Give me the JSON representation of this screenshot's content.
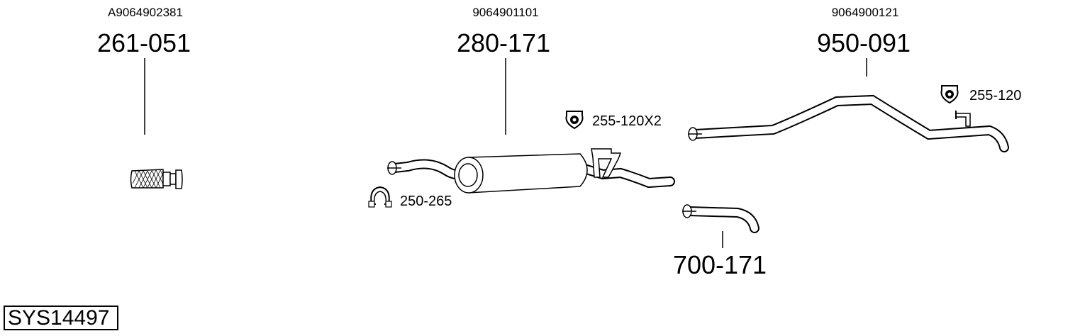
{
  "parts": [
    {
      "oem": "A9064902381",
      "number": "261-051"
    },
    {
      "oem": "9064901101",
      "number": "280-171"
    },
    {
      "oem": "9064900121",
      "number": "950-091"
    },
    {
      "oem": "",
      "number": "700-171"
    }
  ],
  "accessories": [
    {
      "number": "255-120X2",
      "icon": "rubber-mount-icon"
    },
    {
      "number": "250-265",
      "icon": "pipe-clamp-icon"
    },
    {
      "number": "255-120",
      "icon": "rubber-mount-icon"
    }
  ],
  "system_id": "SYS14497",
  "colors": {
    "line": "#000000",
    "pipe_fill": "#ffffff",
    "background": "#ffffff"
  }
}
